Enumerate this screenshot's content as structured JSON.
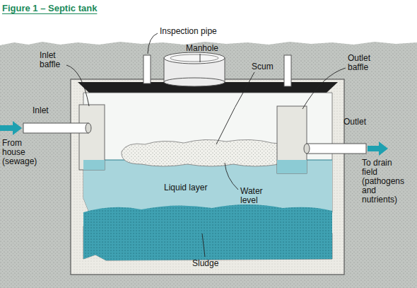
{
  "diagram": {
    "title": "Figure 1 – Septic tank",
    "labels": [
      "Inspection pipe",
      "Manhole",
      "Inlet baffle",
      "Scum",
      "Outlet baffle",
      "Inlet",
      "Outlet",
      "From house (sewage)",
      "To drain field (pathogens and nutrients)",
      "Liquid layer",
      "Water level",
      "Sludge"
    ]
  }
}
